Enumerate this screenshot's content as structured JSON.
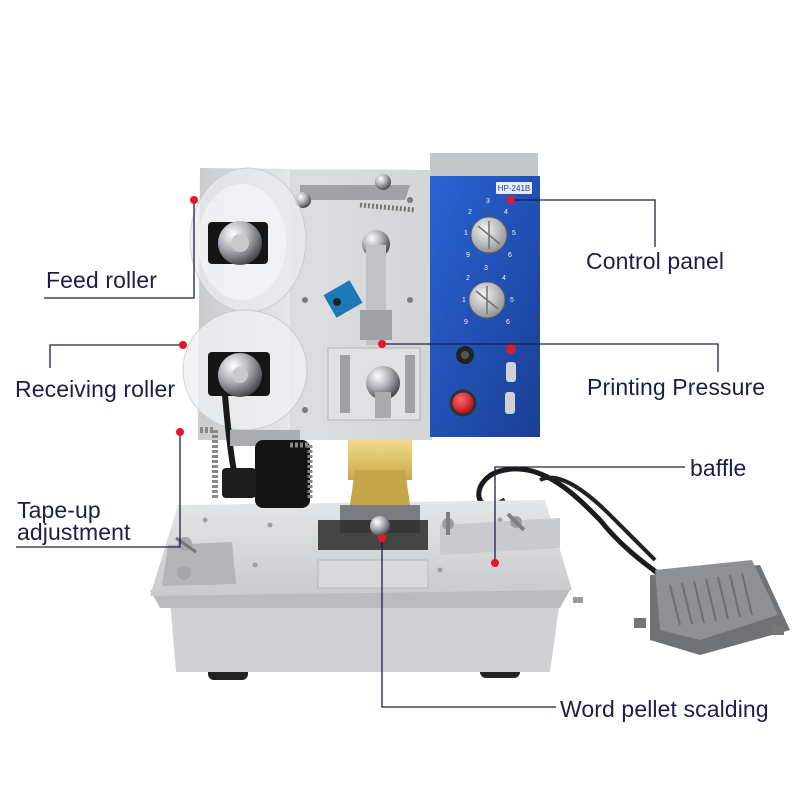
{
  "labels": {
    "feed_roller": "Feed roller",
    "receiving_roller": "Receiving roller",
    "tape_up_line1": "Tape-up",
    "tape_up_line2": "adjustment",
    "control_panel": "Control panel",
    "printing_pressure": "Printing Pressure",
    "baffle": "baffle",
    "word_pellet": "Word pellet scalding"
  },
  "panel": {
    "model": "HP-241B"
  },
  "colors": {
    "callout_line": "#1a1f4a",
    "callout_dot": "#e8142a",
    "panel_blue": "#1f4fb5",
    "frame_silver": "#d4d6d8",
    "pedal_gray": "#8a8d90"
  }
}
